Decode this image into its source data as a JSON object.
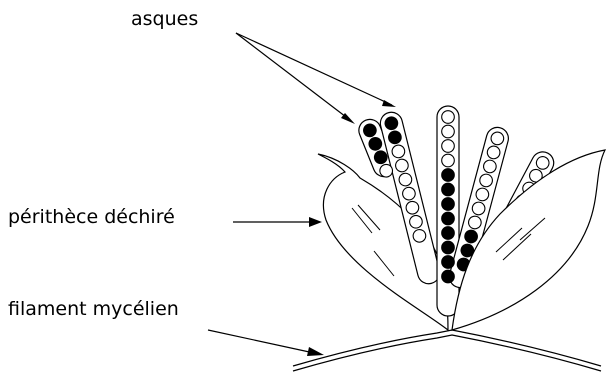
{
  "labels": {
    "asci": "asques",
    "perithecium": "périthèce déchiré",
    "mycelium": "filament mycélien"
  },
  "colors": {
    "ink": "#000000",
    "background": "#ffffff"
  },
  "asci": [
    {
      "spore_pattern": [
        "filled",
        "filled",
        "filled",
        "empty"
      ]
    },
    {
      "spore_pattern": [
        "filled",
        "filled",
        "empty",
        "empty",
        "empty",
        "empty",
        "empty",
        "empty",
        "empty"
      ]
    },
    {
      "spore_pattern": [
        "empty",
        "empty",
        "empty",
        "empty",
        "filled",
        "filled",
        "filled",
        "filled",
        "filled",
        "filled",
        "filled",
        "filled"
      ]
    },
    {
      "spore_pattern": [
        "empty",
        "empty",
        "empty",
        "empty",
        "empty",
        "empty",
        "empty",
        "filled",
        "filled",
        "filled"
      ]
    },
    {
      "spore_pattern": [
        "empty",
        "empty",
        "empty",
        "filled",
        "filled",
        "empty",
        "empty",
        "empty",
        "empty"
      ]
    }
  ]
}
